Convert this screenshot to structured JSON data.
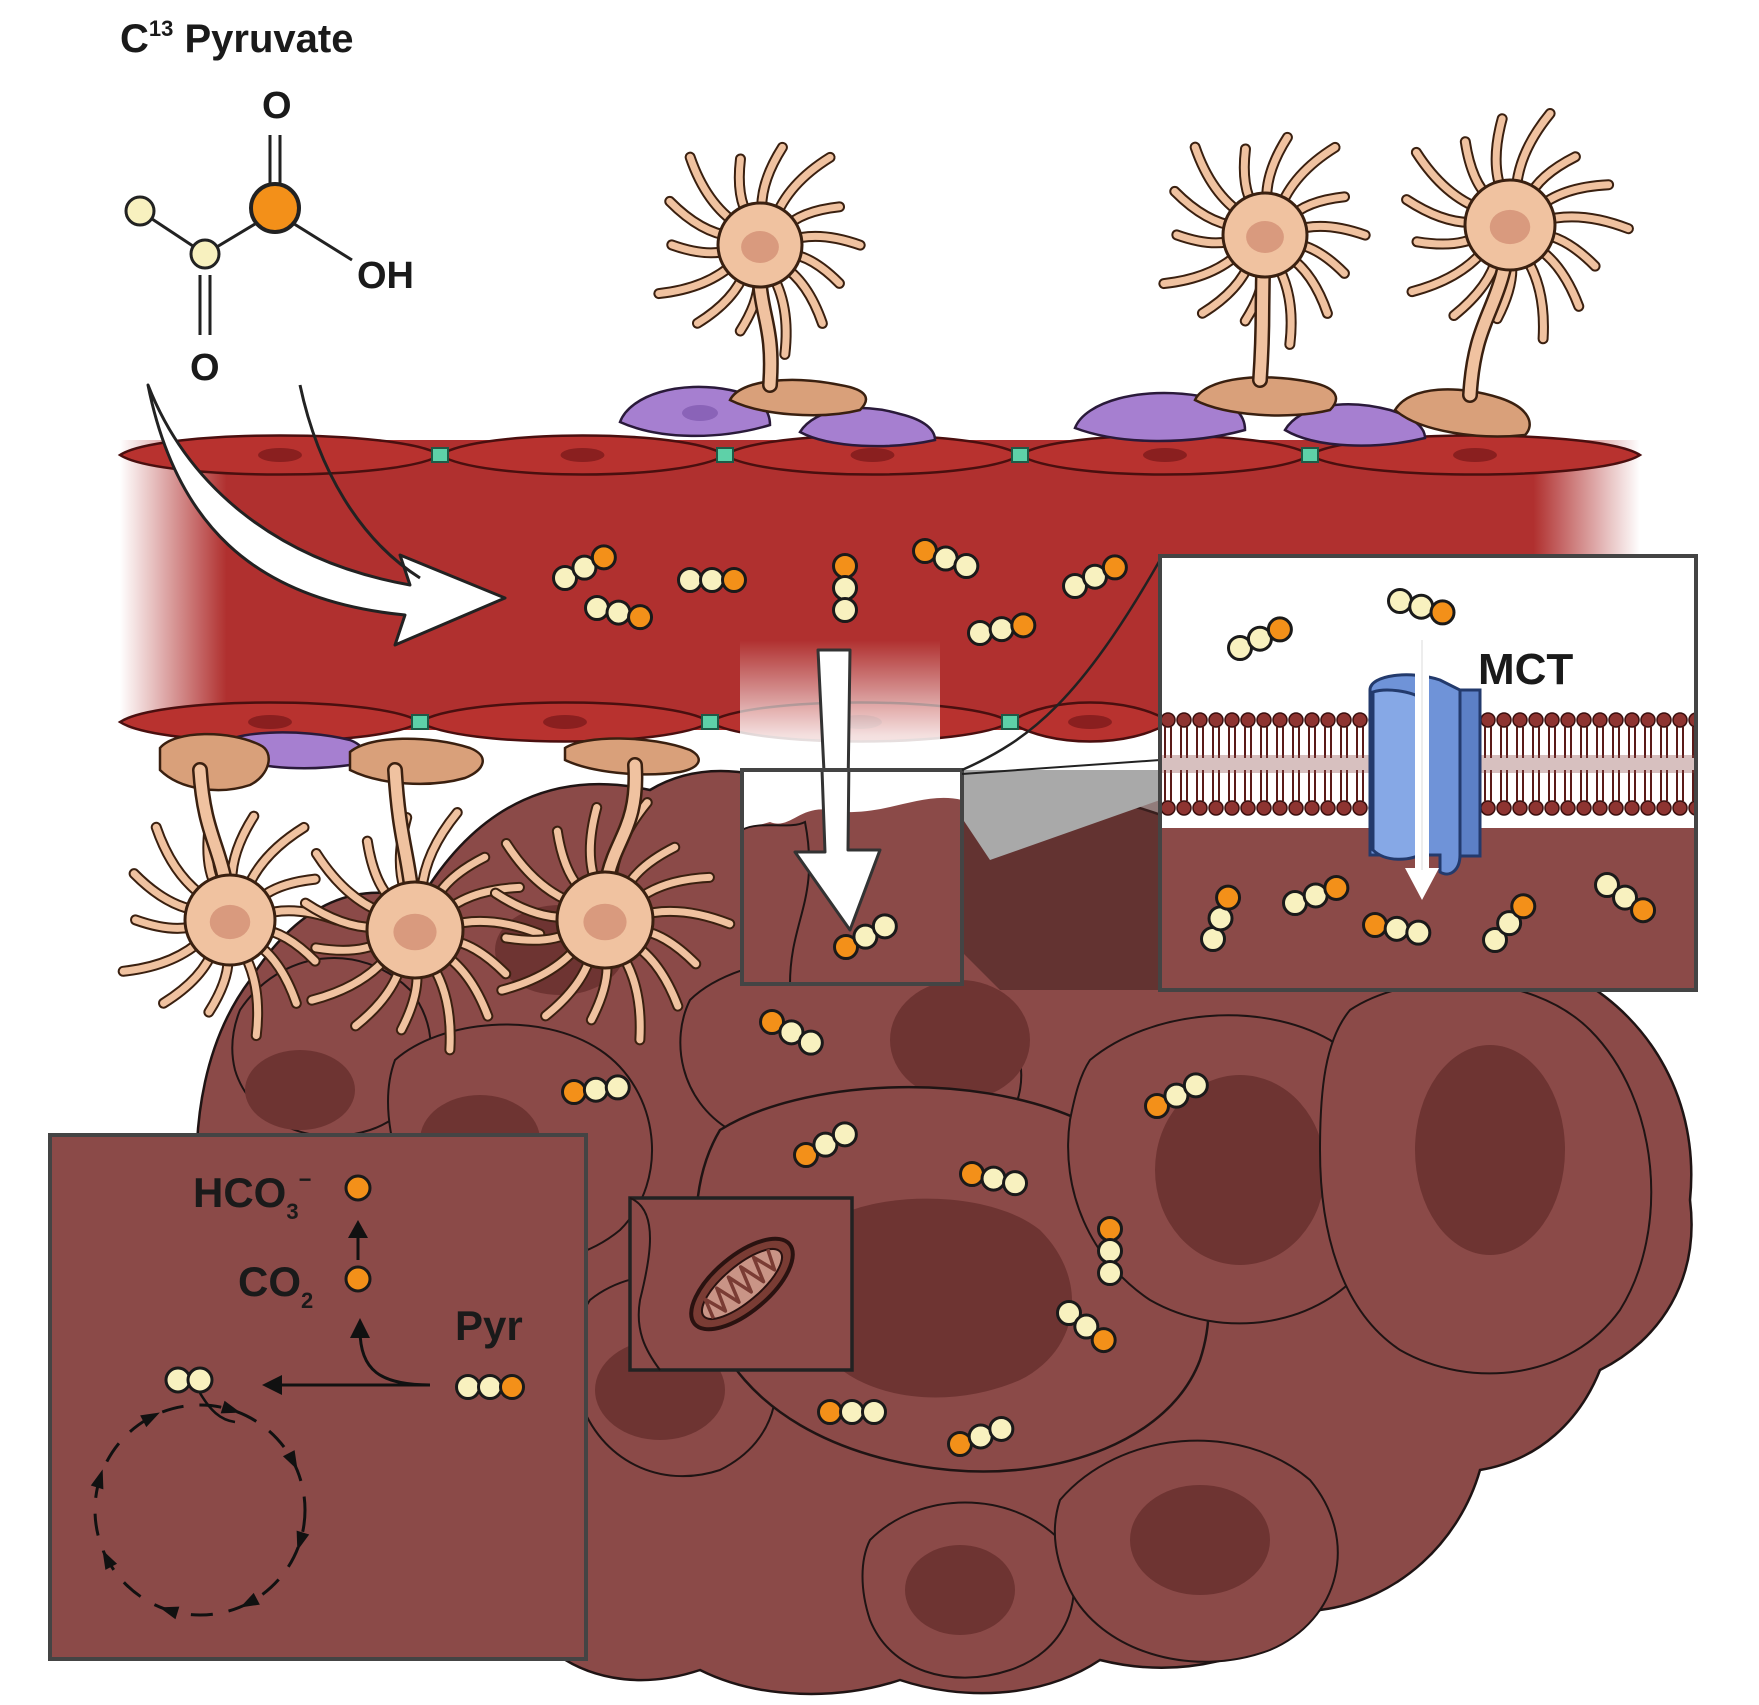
{
  "title": {
    "main": "C",
    "sup": "13",
    "rest": " Pyruvate"
  },
  "molecule": {
    "o_top": "O",
    "o_bottom": "O",
    "oh": "OH"
  },
  "transporter": {
    "label": "MCT"
  },
  "inset_metabolism": {
    "hco3": {
      "main": "HCO",
      "sub": "3",
      "sup": "−"
    },
    "co2": {
      "main": "CO",
      "sub": "2"
    },
    "pyr": "Pyr"
  },
  "colors": {
    "vessel": "#b0302f",
    "vessel_dark": "#8e2222",
    "tissue": "#8b4a48",
    "tissue_dark": "#6e3432",
    "label_carbon": "#f39019",
    "unlabeled_carbon": "#f8f1bf",
    "astrocyte": "#f0c2a0",
    "pericyte": "#a67fd0",
    "tight_junction": "#5ed1a8",
    "mct": "#6f93d8",
    "membrane": "#7f2d2b"
  },
  "icons": [
    "pyruvate-molecule-icon",
    "astrocyte-icon",
    "pericyte-icon",
    "mct-transporter-icon",
    "mitochondrion-icon",
    "tca-cycle-icon"
  ]
}
